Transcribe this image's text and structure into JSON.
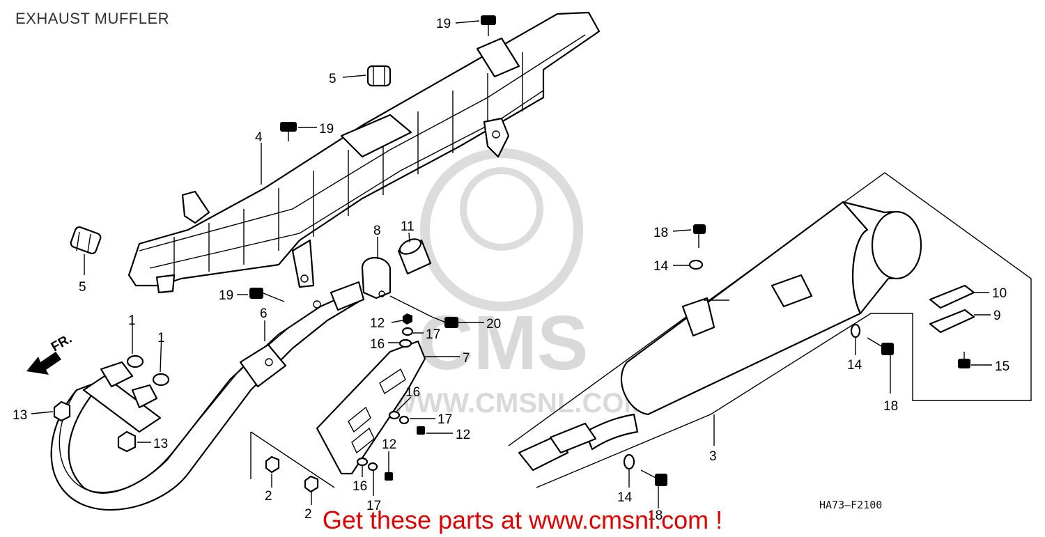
{
  "title": "EXHAUST MUFFLER",
  "diagram_code": "HA73–F2100",
  "banner": "Get these parts at www.cmsnl.com !",
  "watermark": {
    "brand": "CMS",
    "site": "WWW.CMSNL.COM"
  },
  "front_indicator": "FR.",
  "callouts": {
    "c1a": "1",
    "c1b": "1",
    "c2a": "2",
    "c2b": "2",
    "c3": "3",
    "c4": "4",
    "c5a": "5",
    "c5b": "5",
    "c6": "6",
    "c7": "7",
    "c8": "8",
    "c9": "9",
    "c10": "10",
    "c11": "11",
    "c12a": "12",
    "c12b": "12",
    "c12c": "12",
    "c13a": "13",
    "c13b": "13",
    "c14a": "14",
    "c14b": "14",
    "c14c": "14",
    "c15": "15",
    "c16a": "16",
    "c16b": "16",
    "c16c": "16",
    "c17a": "17",
    "c17b": "17",
    "c17c": "17",
    "c18a": "18",
    "c18b": "18",
    "c18c": "18",
    "c19a": "19",
    "c19b": "19",
    "c19c": "19",
    "c20": "20"
  }
}
